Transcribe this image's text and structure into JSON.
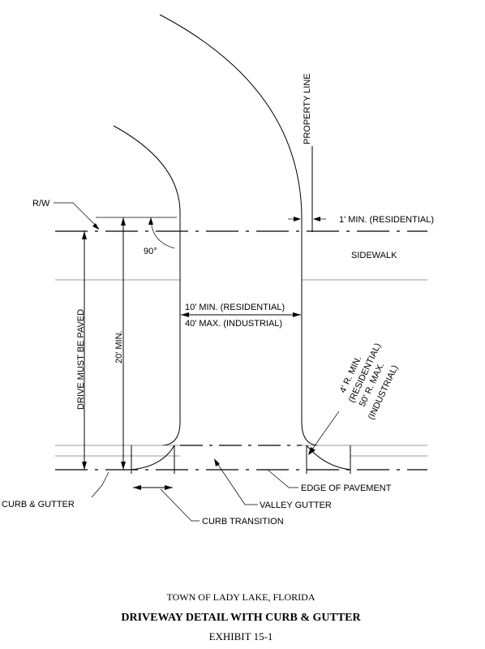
{
  "labels": {
    "property_line": "PROPERTY LINE",
    "rw": "R/W",
    "one_ft_min": "1' MIN. (RESIDENTIAL)",
    "angle": "90°",
    "sidewalk": "SIDEWALK",
    "ten_min": "10' MIN. (RESIDENTIAL)",
    "forty_max": "40' MAX. (INDUSTRIAL)",
    "drive_paved": "DRIVE MUST BE PAVED",
    "twenty_min": "20' MIN.",
    "radius_4_line1": "4' R. MIN.",
    "radius_4_line2": "(RESIDENTIAL)",
    "radius_50_line1": "50' R. MAX.",
    "radius_50_line2": "(INDUSTRIAL)",
    "curb_gutter": "CURB & GUTTER",
    "edge_pavement": "EDGE OF PAVEMENT",
    "valley_gutter": "VALLEY GUTTER",
    "curb_transition": "CURB TRANSITION"
  },
  "title_block": {
    "town": "TOWN OF LADY LAKE, FLORIDA",
    "title": "DRIVEWAY DETAIL WITH CURB & GUTTER",
    "exhibit": "EXHIBIT 15-1"
  }
}
